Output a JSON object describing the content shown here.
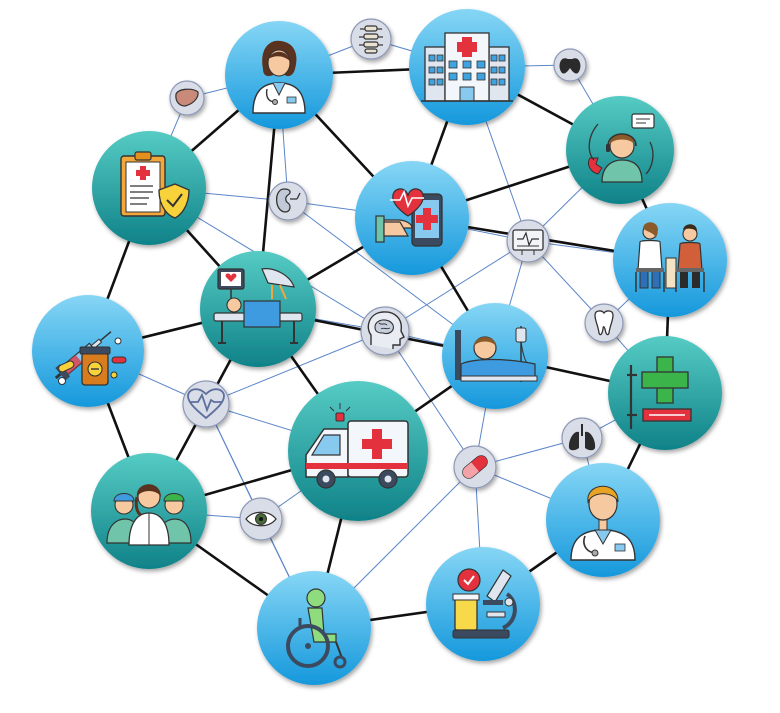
{
  "colors": {
    "blue_node_light": "#7fd0f2",
    "blue_node_dark": "#1aa0e0",
    "teal_node_light": "#4fc6c0",
    "teal_node_dark": "#13898f",
    "small_node_fill": "#d9dde8",
    "small_node_stroke": "#8d98b5",
    "thick_link": "#111111",
    "thin_link": "#5b86c9",
    "icon_red": "#e3313d",
    "icon_green": "#3bb54a"
  },
  "large_nodes": [
    {
      "id": "female-doctor",
      "icon": "female-doctor-icon",
      "style": "blue"
    },
    {
      "id": "hospital",
      "icon": "hospital-building-icon",
      "style": "blue"
    },
    {
      "id": "call-center",
      "icon": "telephone-support-icon",
      "style": "teal"
    },
    {
      "id": "clipboard",
      "icon": "medical-clipboard-shield-icon",
      "style": "teal"
    },
    {
      "id": "mobile-health",
      "icon": "mobile-health-app-icon",
      "style": "blue"
    },
    {
      "id": "consultation",
      "icon": "patient-consultation-icon",
      "style": "blue"
    },
    {
      "id": "operating-room",
      "icon": "operating-room-icon",
      "style": "teal"
    },
    {
      "id": "medicine",
      "icon": "syringe-pills-icon",
      "style": "blue"
    },
    {
      "id": "patient-bed",
      "icon": "patient-in-bed-icon",
      "style": "blue"
    },
    {
      "id": "pharmacy",
      "icon": "pharmacy-cross-sign-icon",
      "style": "teal"
    },
    {
      "id": "ambulance",
      "icon": "ambulance-icon",
      "style": "teal"
    },
    {
      "id": "medical-staff",
      "icon": "medical-staff-group-icon",
      "style": "teal"
    },
    {
      "id": "male-doctor",
      "icon": "male-doctor-icon",
      "style": "blue"
    },
    {
      "id": "wheelchair",
      "icon": "wheelchair-patient-icon",
      "style": "blue"
    },
    {
      "id": "lab",
      "icon": "microscope-lab-icon",
      "style": "blue"
    }
  ],
  "small_nodes": [
    {
      "id": "spine",
      "icon": "spine-icon"
    },
    {
      "id": "liver",
      "icon": "liver-icon"
    },
    {
      "id": "thyroid",
      "icon": "thyroid-icon"
    },
    {
      "id": "kidney",
      "icon": "kidney-icon"
    },
    {
      "id": "monitor",
      "icon": "vital-monitor-icon"
    },
    {
      "id": "tooth",
      "icon": "tooth-icon"
    },
    {
      "id": "brain",
      "icon": "brain-head-icon"
    },
    {
      "id": "heartbeat",
      "icon": "heartbeat-icon"
    },
    {
      "id": "lungs",
      "icon": "lungs-icon"
    },
    {
      "id": "capsule",
      "icon": "capsule-pill-icon"
    },
    {
      "id": "eye",
      "icon": "eye-icon"
    }
  ],
  "thick_links": [
    [
      "female-doctor",
      "hospital"
    ],
    [
      "hospital",
      "call-center"
    ],
    [
      "call-center",
      "consultation"
    ],
    [
      "consultation",
      "pharmacy"
    ],
    [
      "pharmacy",
      "male-doctor"
    ],
    [
      "male-doctor",
      "lab"
    ],
    [
      "lab",
      "wheelchair"
    ],
    [
      "wheelchair",
      "medical-staff"
    ],
    [
      "medical-staff",
      "medicine"
    ],
    [
      "medicine",
      "clipboard"
    ],
    [
      "clipboard",
      "female-doctor"
    ],
    [
      "female-doctor",
      "operating-room"
    ],
    [
      "female-doctor",
      "mobile-health"
    ],
    [
      "hospital",
      "mobile-health"
    ],
    [
      "mobile-health",
      "call-center"
    ],
    [
      "mobile-health",
      "consultation"
    ],
    [
      "mobile-health",
      "operating-room"
    ],
    [
      "mobile-health",
      "patient-bed"
    ],
    [
      "clipboard",
      "operating-room"
    ],
    [
      "operating-room",
      "medicine"
    ],
    [
      "operating-room",
      "patient-bed"
    ],
    [
      "operating-room",
      "ambulance"
    ],
    [
      "operating-room",
      "medical-staff"
    ],
    [
      "patient-bed",
      "ambulance"
    ],
    [
      "patient-bed",
      "pharmacy"
    ],
    [
      "ambulance",
      "medical-staff"
    ],
    [
      "ambulance",
      "wheelchair"
    ]
  ],
  "thin_links": [
    [
      "female-doctor",
      "spine"
    ],
    [
      "spine",
      "hospital"
    ],
    [
      "female-doctor",
      "liver"
    ],
    [
      "liver",
      "clipboard"
    ],
    [
      "hospital",
      "thyroid"
    ],
    [
      "thyroid",
      "call-center"
    ],
    [
      "female-doctor",
      "kidney"
    ],
    [
      "clipboard",
      "kidney"
    ],
    [
      "kidney",
      "mobile-health"
    ],
    [
      "kidney",
      "patient-bed"
    ],
    [
      "clipboard",
      "brain"
    ],
    [
      "hospital",
      "monitor"
    ],
    [
      "mobile-health",
      "monitor"
    ],
    [
      "monitor",
      "call-center"
    ],
    [
      "monitor",
      "consultation"
    ],
    [
      "monitor",
      "patient-bed"
    ],
    [
      "monitor",
      "brain"
    ],
    [
      "monitor",
      "tooth"
    ],
    [
      "tooth",
      "pharmacy"
    ],
    [
      "consultation",
      "tooth"
    ],
    [
      "operating-room",
      "brain"
    ],
    [
      "brain",
      "patient-bed"
    ],
    [
      "brain",
      "heartbeat"
    ],
    [
      "brain",
      "capsule"
    ],
    [
      "medicine",
      "heartbeat"
    ],
    [
      "heartbeat",
      "ambulance"
    ],
    [
      "heartbeat",
      "medical-staff"
    ],
    [
      "heartbeat",
      "eye"
    ],
    [
      "eye",
      "wheelchair"
    ],
    [
      "eye",
      "ambulance"
    ],
    [
      "medical-staff",
      "eye"
    ],
    [
      "capsule",
      "patient-bed"
    ],
    [
      "capsule",
      "lungs"
    ],
    [
      "lungs",
      "pharmacy"
    ],
    [
      "capsule",
      "male-doctor"
    ],
    [
      "capsule",
      "lab"
    ],
    [
      "capsule",
      "wheelchair"
    ],
    [
      "lungs",
      "male-doctor"
    ],
    [
      "female-doctor",
      "operating-room"
    ],
    [
      "heartbeat",
      "wheelchair"
    ],
    [
      "medicine",
      "operating-room"
    ]
  ]
}
